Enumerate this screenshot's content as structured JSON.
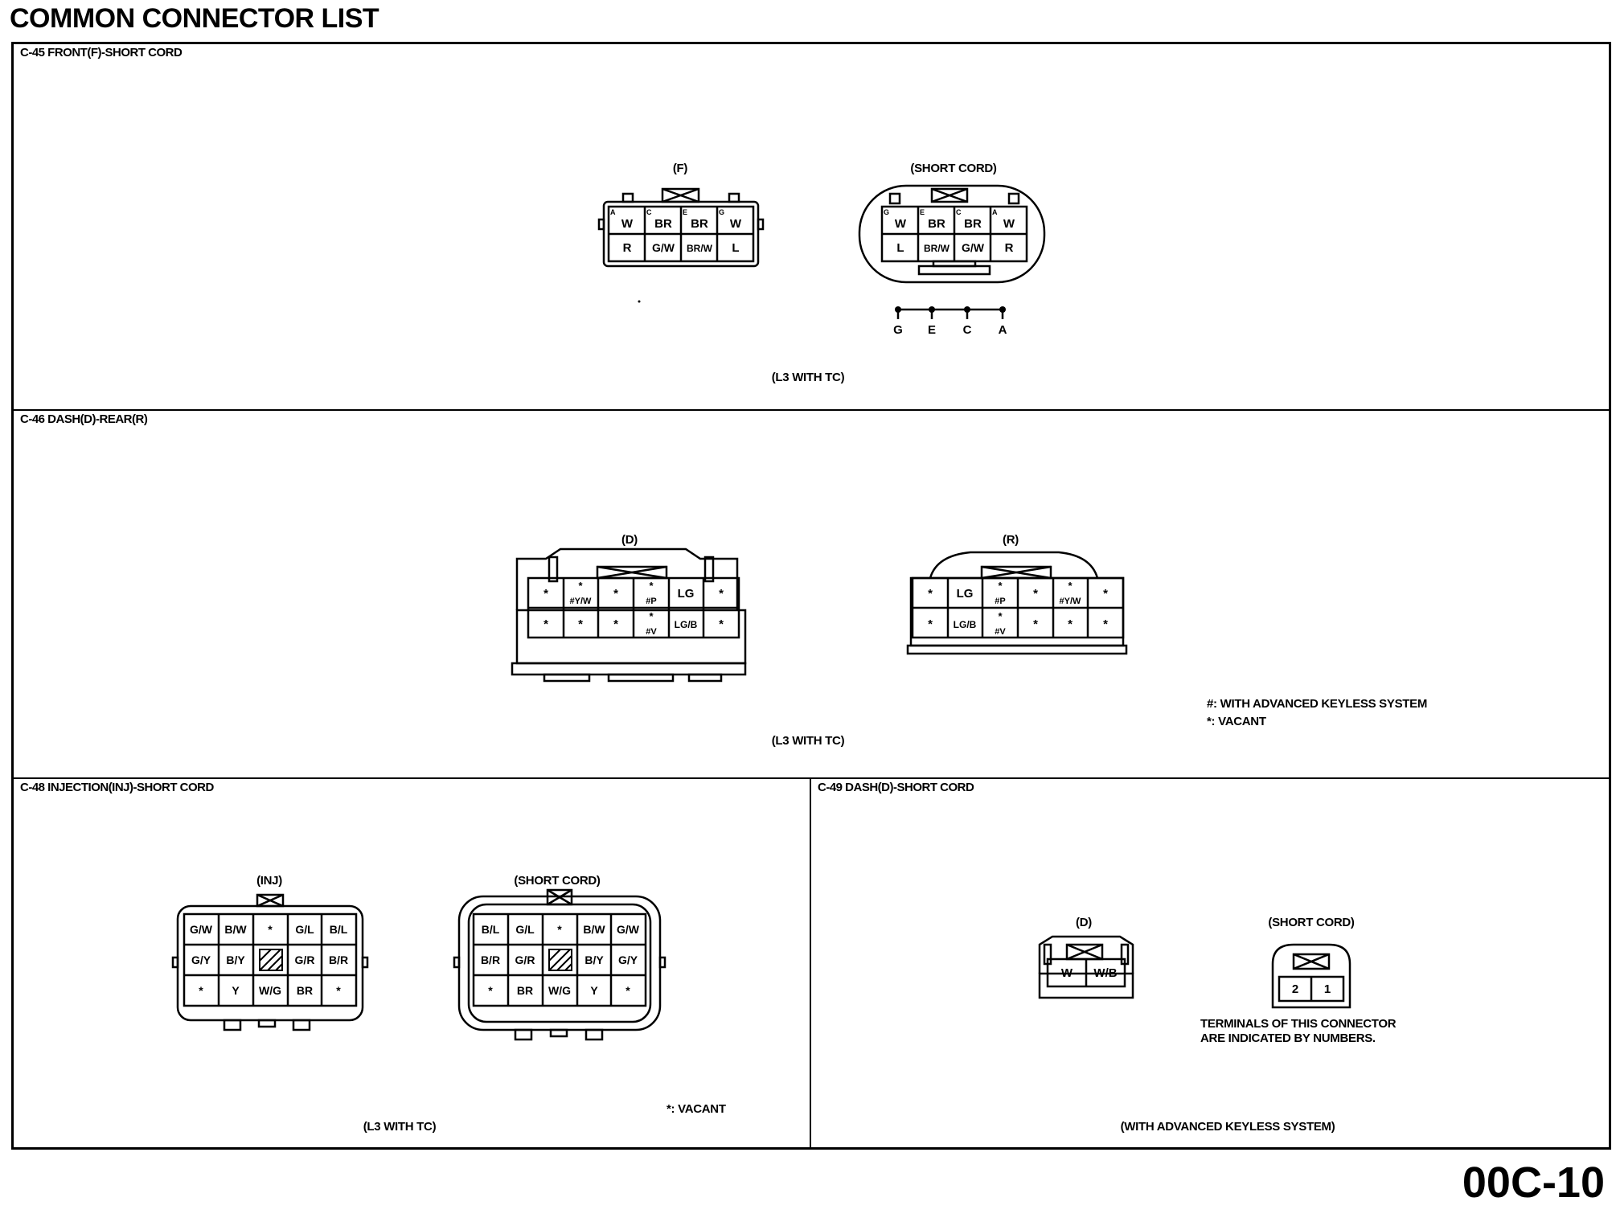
{
  "page": {
    "title": "COMMON CONNECTOR LIST",
    "number": "00C-10"
  },
  "c45": {
    "title": "C-45 FRONT(F)-SHORT CORD",
    "note": "(L3 WITH TC)",
    "front": {
      "label": "(F)",
      "letters": [
        "A",
        "C",
        "E",
        "G"
      ],
      "row1": [
        "W",
        "BR",
        "BR",
        "W"
      ],
      "row2": [
        "R",
        "G/W",
        "BR/W",
        "L"
      ]
    },
    "short": {
      "label": "(SHORT CORD)",
      "letters": [
        "G",
        "E",
        "C",
        "A"
      ],
      "row1": [
        "W",
        "BR",
        "BR",
        "W"
      ],
      "row2": [
        "L",
        "BR/W",
        "G/W",
        "R"
      ]
    },
    "bus": [
      "G",
      "E",
      "C",
      "A"
    ]
  },
  "c46": {
    "title": "C-46 DASH(D)-REAR(R)",
    "note": "(L3 WITH TC)",
    "legend1": "#: WITH ADVANCED KEYLESS SYSTEM",
    "legend2": "*: VACANT",
    "dash": {
      "label": "(D)",
      "row1": [
        {
          "t": "*"
        },
        {
          "t": "*",
          "b": "#Y/W"
        },
        {
          "t": "*"
        },
        {
          "t": "*",
          "b": "#P"
        },
        {
          "t": "LG"
        },
        {
          "t": "*"
        }
      ],
      "row2": [
        {
          "t": "*"
        },
        {
          "t": "*"
        },
        {
          "t": "*"
        },
        {
          "t": "*",
          "b": "#V"
        },
        {
          "t": "LG/B"
        },
        {
          "t": "*"
        }
      ]
    },
    "rear": {
      "label": "(R)",
      "row1": [
        {
          "t": "*"
        },
        {
          "t": "LG"
        },
        {
          "t": "*",
          "b": "#P"
        },
        {
          "t": "*"
        },
        {
          "t": "*",
          "b": "#Y/W"
        },
        {
          "t": "*"
        }
      ],
      "row2": [
        {
          "t": "*"
        },
        {
          "t": "LG/B"
        },
        {
          "t": "*",
          "b": "#V"
        },
        {
          "t": "*"
        },
        {
          "t": "*"
        },
        {
          "t": "*"
        }
      ]
    }
  },
  "c48": {
    "title": "C-48 INJECTION(INJ)-SHORT CORD",
    "note": "(L3 WITH TC)",
    "legend": "*: VACANT",
    "inj": {
      "label": "(INJ)",
      "rows": [
        [
          "G/W",
          "B/W",
          "*",
          "G/L",
          "B/L"
        ],
        [
          "G/Y",
          "B/Y",
          "",
          "G/R",
          "B/R"
        ],
        [
          "*",
          "Y",
          "W/G",
          "BR",
          "*"
        ]
      ]
    },
    "short": {
      "label": "(SHORT CORD)",
      "rows": [
        [
          "B/L",
          "G/L",
          "*",
          "B/W",
          "G/W"
        ],
        [
          "B/R",
          "G/R",
          "",
          "B/Y",
          "G/Y"
        ],
        [
          "*",
          "BR",
          "W/G",
          "Y",
          "*"
        ]
      ]
    }
  },
  "c49": {
    "title": "C-49 DASH(D)-SHORT CORD",
    "note": "(WITH ADVANCED KEYLESS SYSTEM)",
    "dash": {
      "label": "(D)",
      "cells": [
        "W",
        "W/B"
      ]
    },
    "short": {
      "label": "(SHORT CORD)",
      "cells": [
        "2",
        "1"
      ]
    },
    "terminal_note1": "TERMINALS OF THIS CONNECTOR",
    "terminal_note2": "ARE INDICATED BY NUMBERS."
  }
}
